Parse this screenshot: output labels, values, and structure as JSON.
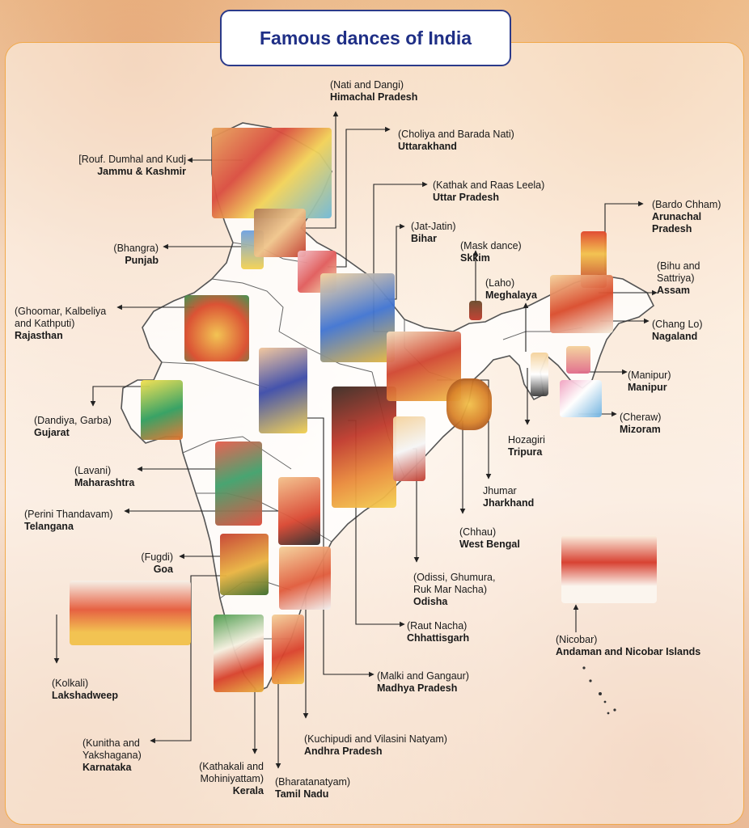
{
  "title": "Famous dances of India",
  "colors": {
    "title": "#1f2f86",
    "border": "#f1a94a",
    "map_outline": "#555555"
  },
  "states": {
    "himachal": {
      "dance": "(Nati and Dangi)",
      "state": "Himachal Pradesh"
    },
    "uttarakhand": {
      "dance": "(Choliya and Barada Nati)",
      "state": "Uttarakhand"
    },
    "jk": {
      "dance": "[Rouf. Dumhal and Kudj",
      "state": "Jammu & Kashmir"
    },
    "up": {
      "dance": "(Kathak and Raas Leela)",
      "state": "Uttar Pradesh"
    },
    "arunachal": {
      "dance": "(Bardo Chham)",
      "state1": "Arunachal",
      "state2": "Pradesh"
    },
    "bihar": {
      "dance": "(Jat-Jatin)",
      "state": "Bihar"
    },
    "sikkim": {
      "dance": "(Mask dance)",
      "state": "Skkim"
    },
    "punjab": {
      "dance": "(Bhangra)",
      "state": "Punjab"
    },
    "assam": {
      "dance1": "(Bihu and",
      "dance2": "Sattriya)",
      "state": "Assam"
    },
    "meghalaya": {
      "dance": "(Laho)",
      "state": "Meghalaya"
    },
    "rajasthan": {
      "dance1": "(Ghoomar, Kalbeliya",
      "dance2": "and Kathputi)",
      "state": "Rajasthan"
    },
    "nagaland": {
      "dance": "(Chang Lo)",
      "state": "Nagaland"
    },
    "manipur": {
      "dance": "(Manipur)",
      "state": "Manipur"
    },
    "gujarat": {
      "dance": "(Dandiya, Garba)",
      "state": "Gujarat"
    },
    "mizoram": {
      "dance": "(Cheraw)",
      "state": "Mizoram"
    },
    "tripura": {
      "dance": "Hozagiri",
      "state": "Tripura"
    },
    "maharashtra": {
      "dance": "(Lavani)",
      "state": "Maharashtra"
    },
    "jharkhand": {
      "dance": "Jhumar",
      "state": "Jharkhand"
    },
    "telangana": {
      "dance": "(Perini Thandavam)",
      "state": "Telangana"
    },
    "westbengal": {
      "dance": "(Chhau)",
      "state": "West Bengal"
    },
    "goa": {
      "dance": "(Fugdi)",
      "state": "Goa"
    },
    "odisha": {
      "dance1": "(Odissi, Ghumura,",
      "dance2": "Ruk Mar Nacha)",
      "state": "Odisha"
    },
    "chhattisgarh": {
      "dance": "(Raut Nacha)",
      "state": "Chhattisgarh"
    },
    "andaman": {
      "dance": "(Nicobar)",
      "state": "Andaman and Nicobar Islands"
    },
    "lakshadweep": {
      "dance": "(Kolkali)",
      "state": "Lakshadweep"
    },
    "mp": {
      "dance": "(Malki and Gangaur)",
      "state": "Madhya Pradesh"
    },
    "karnataka": {
      "dance1": "(Kunitha and",
      "dance2": "Yakshagana)",
      "state": "Karnataka"
    },
    "ap": {
      "dance": "(Kuchipudi and Vilasini Natyam)",
      "state": "Andhra Pradesh"
    },
    "kerala": {
      "dance1": "(Kathakali and",
      "dance2": "Mohiniyattam)",
      "state": "Kerala"
    },
    "tamilnadu": {
      "dance": "(Bharatanatyam)",
      "state": "Tamil Nadu"
    }
  }
}
